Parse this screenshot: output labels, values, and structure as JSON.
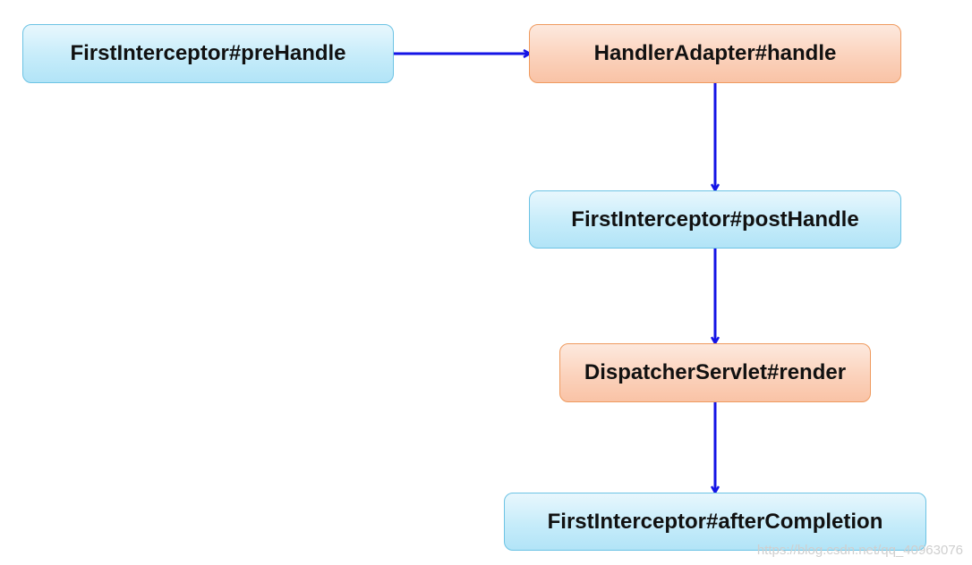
{
  "nodes": [
    {
      "id": "n1",
      "label": "FirstInterceptor#preHandle",
      "color": "#c6ecfa"
    },
    {
      "id": "n2",
      "label": "HandlerAdapter#handle",
      "color": "#fbd2bc"
    },
    {
      "id": "n3",
      "label": "FirstInterceptor#postHandle",
      "color": "#c6ecfa"
    },
    {
      "id": "n4",
      "label": "DispatcherServlet#render",
      "color": "#fbd2bc"
    },
    {
      "id": "n5",
      "label": "FirstInterceptor#afterCompletion",
      "color": "#c6ecfa"
    }
  ],
  "edges": [
    {
      "from": "n1",
      "to": "n2"
    },
    {
      "from": "n2",
      "to": "n3"
    },
    {
      "from": "n3",
      "to": "n4"
    },
    {
      "from": "n4",
      "to": "n5"
    }
  ],
  "arrow_color": "#1414e6",
  "watermark": "https://blog.csdn.net/qq_40963076"
}
